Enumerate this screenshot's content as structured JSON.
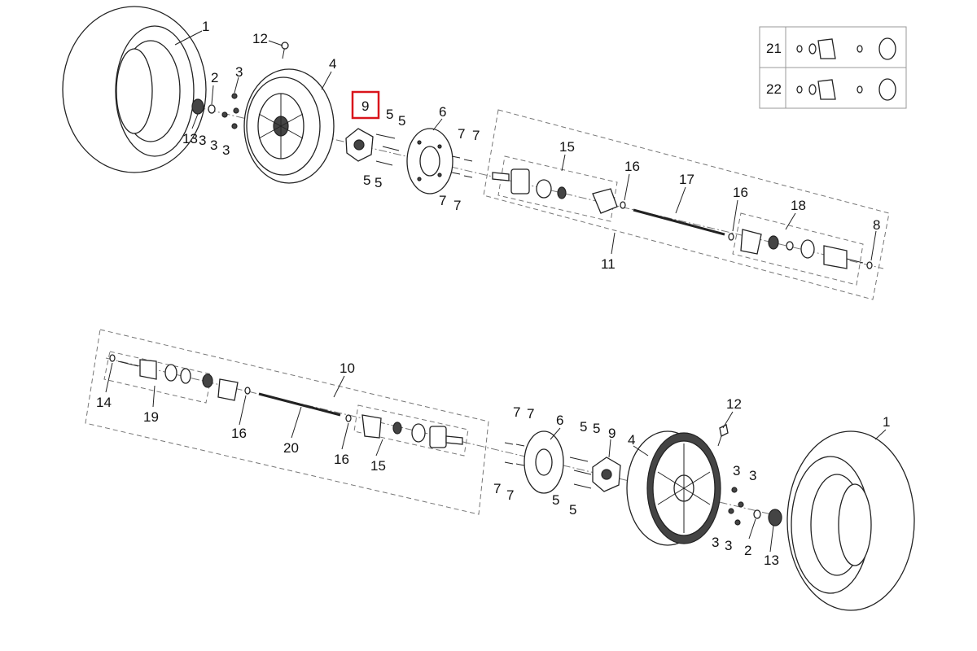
{
  "diagram": {
    "highlighted_callout": "9",
    "callouts": {
      "c1a": "1",
      "c2a": "2",
      "c3a": "3",
      "c3b": "3",
      "c3c": "3",
      "c3d": "3",
      "c4a": "4",
      "c5a": "5",
      "c5b": "5",
      "c5c": "5",
      "c5d": "5",
      "c6a": "6",
      "c7a": "7",
      "c7b": "7",
      "c7c": "7",
      "c7d": "7",
      "c8a": "8",
      "c9a": "9",
      "c11a": "11",
      "c12a": "12",
      "c13a": "13",
      "c15a": "15",
      "c16a": "16",
      "c16b": "16",
      "c17a": "17",
      "c18a": "18",
      "c1b": "1",
      "c2b": "2",
      "c3e": "3",
      "c3f": "3",
      "c3g": "3",
      "c3h": "3",
      "c4b": "4",
      "c5e": "5",
      "c5f": "5",
      "c5g": "5",
      "c5h": "5",
      "c6b": "6",
      "c7e": "7",
      "c7f": "7",
      "c7g": "7",
      "c7h": "7",
      "c9b": "9",
      "c10a": "10",
      "c12b": "12",
      "c13b": "13",
      "c14a": "14",
      "c15b": "15",
      "c16c": "16",
      "c16d": "16",
      "c19a": "19",
      "c20a": "20"
    },
    "legend": {
      "rows": [
        {
          "number": "21"
        },
        {
          "number": "22"
        }
      ]
    }
  }
}
